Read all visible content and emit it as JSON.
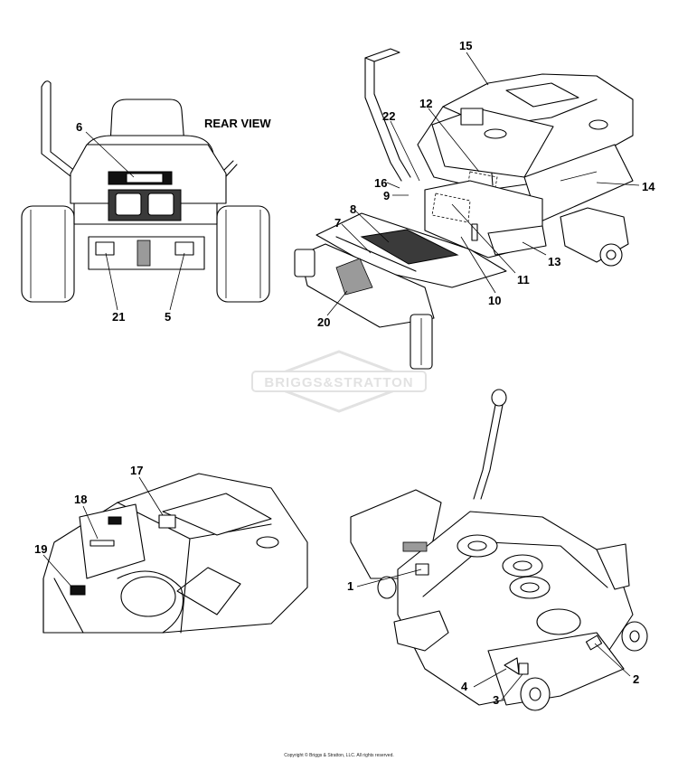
{
  "views": {
    "rear": {
      "title": "REAR VIEW",
      "callouts": {
        "c6": "6",
        "c21": "21",
        "c5": "5"
      }
    },
    "tractor": {
      "callouts": {
        "c15": "15",
        "c12": "12",
        "c22": "22",
        "c14": "14",
        "c16": "16",
        "c9": "9",
        "c8": "8",
        "c7": "7",
        "c13": "13",
        "c11": "11",
        "c10": "10",
        "c20": "20"
      }
    },
    "dash": {
      "callouts": {
        "c17": "17",
        "c18": "18",
        "c19": "19"
      }
    },
    "deck": {
      "callouts": {
        "c1": "1",
        "c2": "2",
        "c4": "4",
        "c3": "3"
      }
    }
  },
  "watermark": "BRIGGS&STRATTON",
  "copyright": "Copyright © Briggs & Stratton, LLC. All rights reserved."
}
